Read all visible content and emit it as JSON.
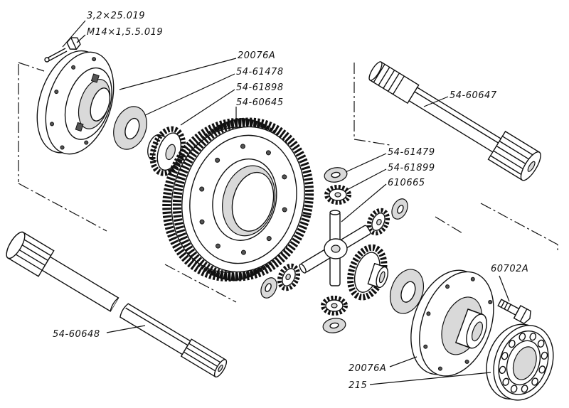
{
  "labels": {
    "cotter_pin": "3,2×25.019",
    "bolt_m14": "M14×1,5.5.019",
    "housing_left": "20076A",
    "washer_left": "54-61478",
    "side_gear_left": "54-61898",
    "ring_gear": "54-60645",
    "axle_shaft_right": "54-60647",
    "pinion_washer": "54-61479",
    "pinion_gear": "54-61899",
    "spider": "610665",
    "bolt_right": "60702A",
    "axle_shaft_left": "54-60648",
    "housing_right": "20076A",
    "bearing": "215"
  }
}
